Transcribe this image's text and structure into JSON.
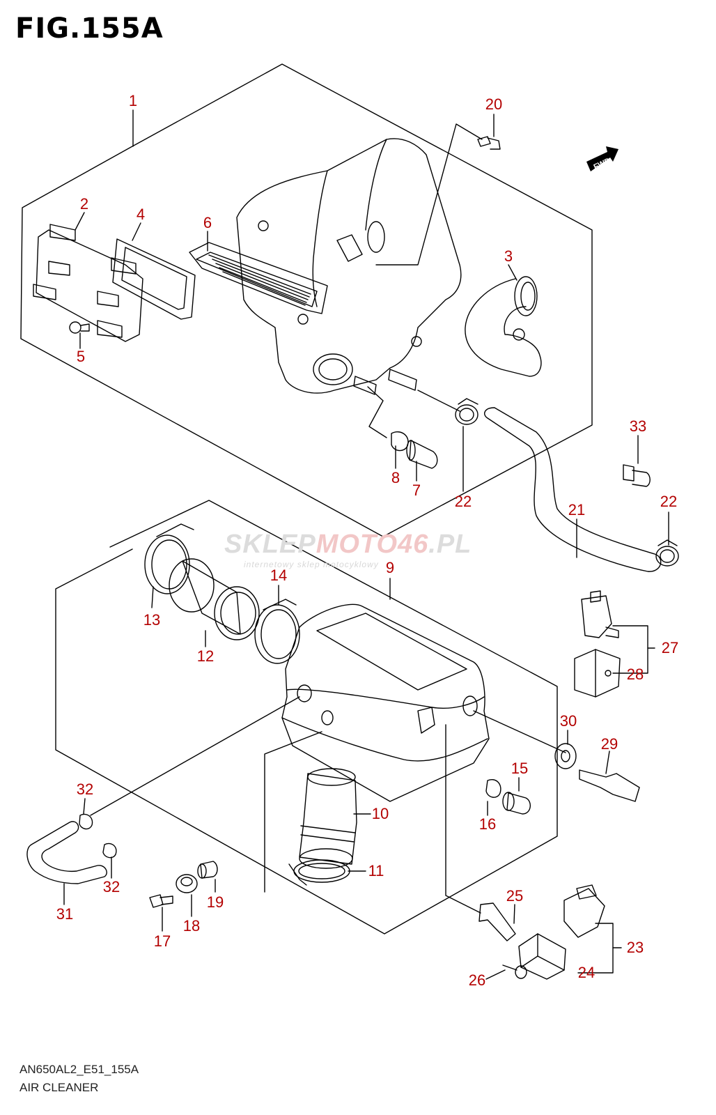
{
  "figure": {
    "title": "FIG.155A",
    "footer_code": "AN650AL2_E51_155A",
    "footer_name": "AIR CLEANER",
    "fwd_label": "FWD"
  },
  "watermark": {
    "brand_grey": "SKLEP",
    "brand_red": "MOTO46",
    "brand_tail": ".PL",
    "tagline": "internetowy sklep motocyklowy"
  },
  "callouts": [
    "1",
    "2",
    "3",
    "4",
    "5",
    "6",
    "7",
    "8",
    "20",
    "22",
    "22",
    "33",
    "21",
    "9",
    "14",
    "13",
    "12",
    "27",
    "28",
    "30",
    "29",
    "15",
    "16",
    "10",
    "11",
    "32",
    "32",
    "31",
    "17",
    "18",
    "19",
    "25",
    "23",
    "24",
    "26"
  ],
  "colors": {
    "line": "#000000",
    "callout": "#b30000",
    "watermark": "#dcdcdc",
    "watermark_accent": "#f2c7c7"
  }
}
